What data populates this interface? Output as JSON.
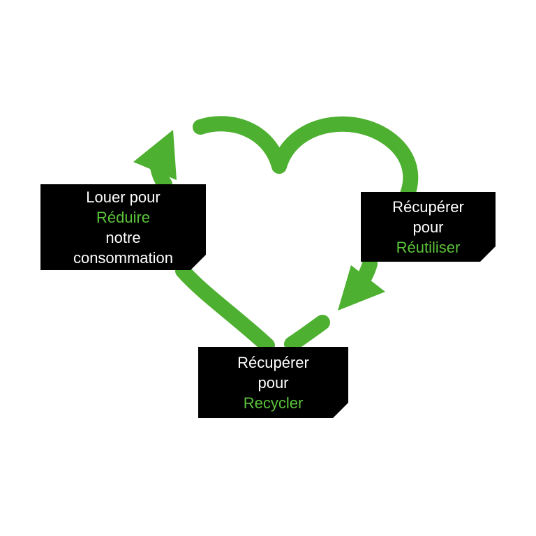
{
  "colors": {
    "accent": "#5bc43a",
    "arrow": "#4eb030",
    "box_bg": "#000000",
    "box_text": "#ffffff"
  },
  "diagram": {
    "reduce": {
      "line1": "Louer pour",
      "accent": "Réduire",
      "line3": "notre",
      "line4": "consommation"
    },
    "reuse": {
      "line1": "Récupérer",
      "line2": "pour",
      "accent": "Réutiliser"
    },
    "recycle": {
      "line1": "Récupérer",
      "line2": "pour",
      "accent": "Recycler"
    }
  }
}
